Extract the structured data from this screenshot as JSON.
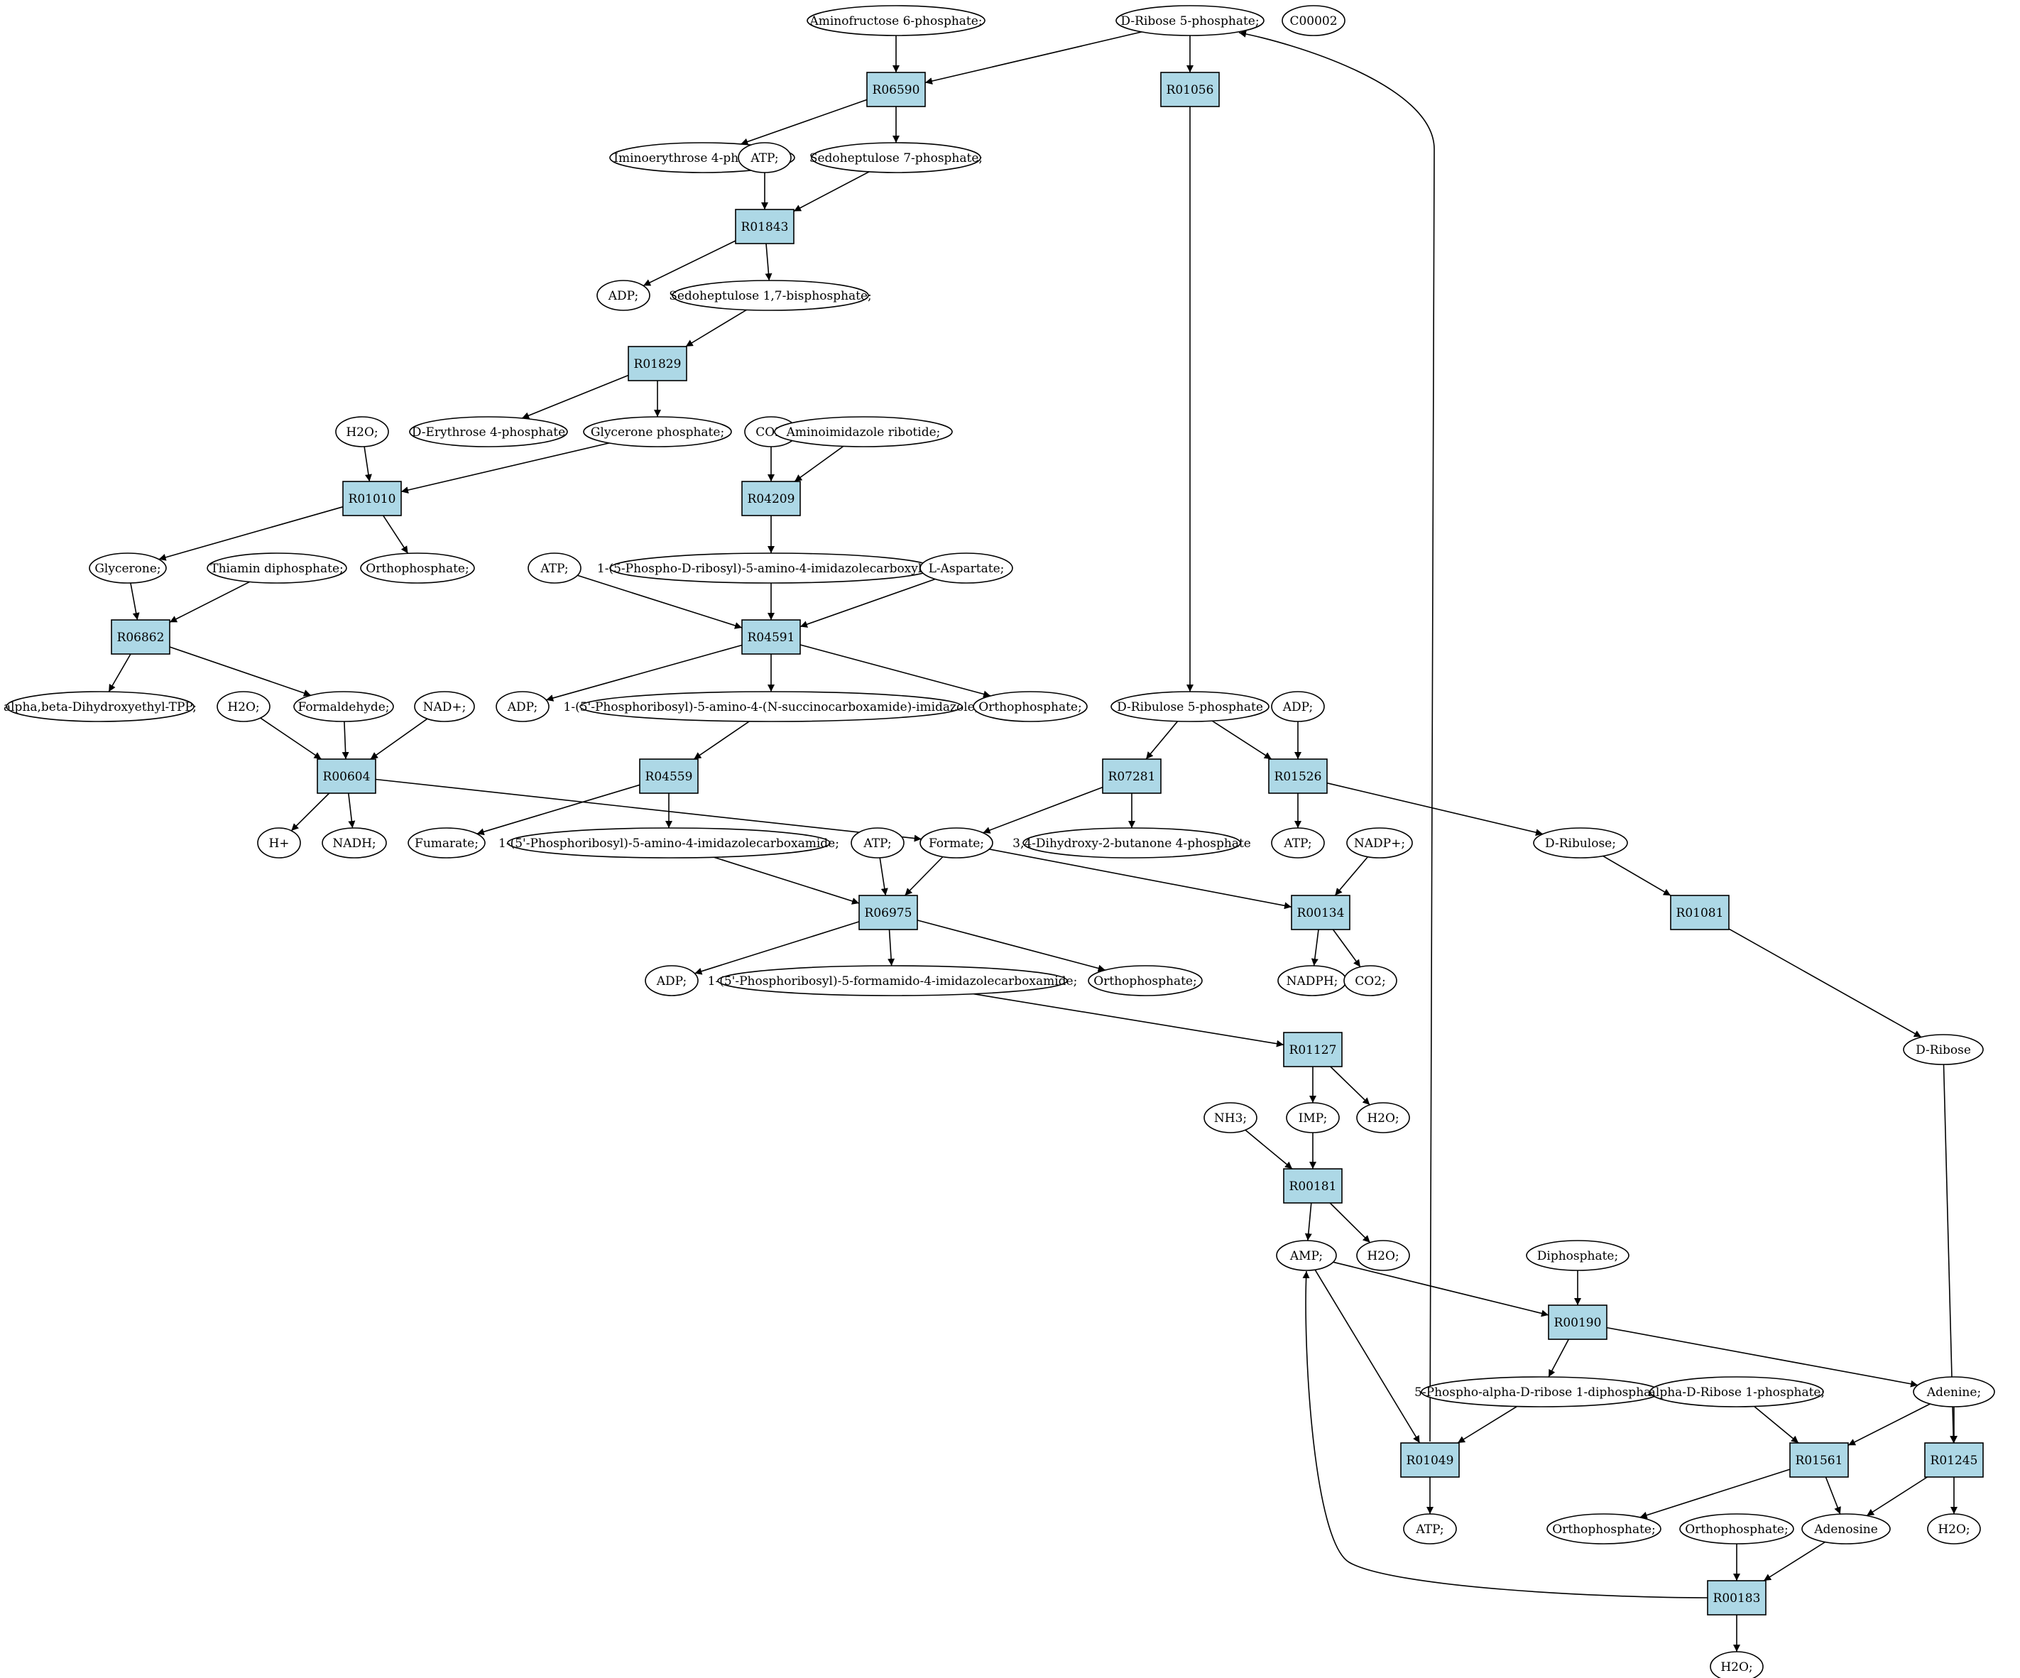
{
  "colors": {
    "reaction_fill": "#add8e6",
    "compound_fill": "#ffffff",
    "start_fill": "#00ff00",
    "query_fill": "#ffff00",
    "stroke": "#000000"
  },
  "nodes": [
    {
      "id": "c1",
      "kind": "compound",
      "label": "Aminofructose 6-phosphate;"
    },
    {
      "id": "c2",
      "kind": "start",
      "label": "D-Ribose 5-phosphate;"
    },
    {
      "id": "c3",
      "kind": "query",
      "label": "C00002"
    },
    {
      "id": "r1",
      "kind": "reaction",
      "label": "R06590"
    },
    {
      "id": "r2",
      "kind": "reaction",
      "label": "R01056"
    },
    {
      "id": "c4",
      "kind": "compound",
      "label": "Iminoerythrose 4-phosphate;"
    },
    {
      "id": "c5",
      "kind": "compound",
      "label": "ATP;"
    },
    {
      "id": "c6",
      "kind": "compound",
      "label": "Sedoheptulose 7-phosphate;"
    },
    {
      "id": "r3",
      "kind": "reaction",
      "label": "R01843"
    },
    {
      "id": "c7",
      "kind": "compound",
      "label": "ADP;"
    },
    {
      "id": "c8",
      "kind": "compound",
      "label": "Sedoheptulose 1,7-bisphosphate;"
    },
    {
      "id": "r4",
      "kind": "reaction",
      "label": "R01829"
    },
    {
      "id": "c9",
      "kind": "compound",
      "label": "H2O;"
    },
    {
      "id": "c10",
      "kind": "compound",
      "label": "D-Erythrose 4-phosphate"
    },
    {
      "id": "c11",
      "kind": "compound",
      "label": "Glycerone phosphate;"
    },
    {
      "id": "c12",
      "kind": "compound",
      "label": "CO2;"
    },
    {
      "id": "c13",
      "kind": "compound",
      "label": "Aminoimidazole ribotide;"
    },
    {
      "id": "r5",
      "kind": "reaction",
      "label": "R01010"
    },
    {
      "id": "r6",
      "kind": "reaction",
      "label": "R04209"
    },
    {
      "id": "c14",
      "kind": "compound",
      "label": "Glycerone;"
    },
    {
      "id": "c15",
      "kind": "compound",
      "label": "Thiamin diphosphate;"
    },
    {
      "id": "c16",
      "kind": "compound",
      "label": "Orthophosphate;"
    },
    {
      "id": "c17",
      "kind": "compound",
      "label": "ATP;"
    },
    {
      "id": "c18",
      "kind": "compound",
      "label": "1-(5-Phospho-D-ribosyl)-5-amino-4-imidazolecarboxylate;"
    },
    {
      "id": "c19",
      "kind": "compound",
      "label": "L-Aspartate;"
    },
    {
      "id": "r7",
      "kind": "reaction",
      "label": "R06862"
    },
    {
      "id": "r8",
      "kind": "reaction",
      "label": "R04591"
    },
    {
      "id": "c20",
      "kind": "compound",
      "label": "alpha,beta-Dihydroxyethyl-TPP;"
    },
    {
      "id": "c21",
      "kind": "compound",
      "label": "H2O;"
    },
    {
      "id": "c22",
      "kind": "compound",
      "label": "Formaldehyde;"
    },
    {
      "id": "c23",
      "kind": "compound",
      "label": "NAD+;"
    },
    {
      "id": "c24",
      "kind": "compound",
      "label": "ADP;"
    },
    {
      "id": "c25",
      "kind": "compound",
      "label": "1-(5'-Phosphoribosyl)-5-amino-4-(N-succinocarboxamide)-imidazole;"
    },
    {
      "id": "c26",
      "kind": "compound",
      "label": "Orthophosphate;"
    },
    {
      "id": "c27",
      "kind": "compound",
      "label": "D-Ribulose 5-phosphate"
    },
    {
      "id": "c28",
      "kind": "compound",
      "label": "ADP;"
    },
    {
      "id": "r9",
      "kind": "reaction",
      "label": "R00604"
    },
    {
      "id": "r10",
      "kind": "reaction",
      "label": "R04559"
    },
    {
      "id": "r11",
      "kind": "reaction",
      "label": "R07281"
    },
    {
      "id": "r12",
      "kind": "reaction",
      "label": "R01526"
    },
    {
      "id": "c29",
      "kind": "compound",
      "label": "H+"
    },
    {
      "id": "c30",
      "kind": "compound",
      "label": "NADH;"
    },
    {
      "id": "c31",
      "kind": "compound",
      "label": "Fumarate;"
    },
    {
      "id": "c32",
      "kind": "compound",
      "label": "1-(5'-Phosphoribosyl)-5-amino-4-imidazolecarboxamide;"
    },
    {
      "id": "c33",
      "kind": "compound",
      "label": "ATP;"
    },
    {
      "id": "c34",
      "kind": "compound",
      "label": "Formate;"
    },
    {
      "id": "c35",
      "kind": "compound",
      "label": "3,4-Dihydroxy-2-butanone 4-phosphate"
    },
    {
      "id": "c36",
      "kind": "compound",
      "label": "ATP;"
    },
    {
      "id": "c37",
      "kind": "compound",
      "label": "NADP+;"
    },
    {
      "id": "c38",
      "kind": "compound",
      "label": "D-Ribulose;"
    },
    {
      "id": "r13",
      "kind": "reaction",
      "label": "R06975"
    },
    {
      "id": "r14",
      "kind": "reaction",
      "label": "R00134"
    },
    {
      "id": "r15",
      "kind": "reaction",
      "label": "R01081"
    },
    {
      "id": "c39",
      "kind": "compound",
      "label": "ADP;"
    },
    {
      "id": "c40",
      "kind": "compound",
      "label": "1-(5'-Phosphoribosyl)-5-formamido-4-imidazolecarboxamide;"
    },
    {
      "id": "c41",
      "kind": "compound",
      "label": "Orthophosphate;"
    },
    {
      "id": "c42",
      "kind": "compound",
      "label": "NADPH;"
    },
    {
      "id": "c43",
      "kind": "compound",
      "label": "CO2;"
    },
    {
      "id": "r16",
      "kind": "reaction",
      "label": "R01127"
    },
    {
      "id": "c44",
      "kind": "compound",
      "label": "D-Ribose"
    },
    {
      "id": "c45",
      "kind": "compound",
      "label": "NH3;"
    },
    {
      "id": "c46",
      "kind": "compound",
      "label": "IMP;"
    },
    {
      "id": "c47",
      "kind": "compound",
      "label": "H2O;"
    },
    {
      "id": "r17",
      "kind": "reaction",
      "label": "R00181"
    },
    {
      "id": "c48",
      "kind": "compound",
      "label": "AMP;"
    },
    {
      "id": "c49",
      "kind": "compound",
      "label": "H2O;"
    },
    {
      "id": "c50",
      "kind": "compound",
      "label": "Diphosphate;"
    },
    {
      "id": "r18",
      "kind": "reaction",
      "label": "R00190"
    },
    {
      "id": "c51",
      "kind": "compound",
      "label": "5-Phospho-alpha-D-ribose 1-diphosphate;"
    },
    {
      "id": "c52",
      "kind": "compound",
      "label": "alpha-D-Ribose 1-phosphate;"
    },
    {
      "id": "c53",
      "kind": "compound",
      "label": "Adenine;"
    },
    {
      "id": "r19",
      "kind": "reaction",
      "label": "R01049"
    },
    {
      "id": "r20",
      "kind": "reaction",
      "label": "R01561"
    },
    {
      "id": "r21",
      "kind": "reaction",
      "label": "R01245"
    },
    {
      "id": "c54",
      "kind": "compound",
      "label": "ATP;"
    },
    {
      "id": "c55",
      "kind": "compound",
      "label": "Orthophosphate;"
    },
    {
      "id": "c56",
      "kind": "compound",
      "label": "Orthophosphate;"
    },
    {
      "id": "c57",
      "kind": "compound",
      "label": "Adenosine"
    },
    {
      "id": "c58",
      "kind": "compound",
      "label": "H2O;"
    },
    {
      "id": "r22",
      "kind": "reaction",
      "label": "R00183"
    },
    {
      "id": "c59",
      "kind": "compound",
      "label": "H2O;"
    }
  ],
  "edges": [
    [
      "c1",
      "r1"
    ],
    [
      "c2",
      "r1"
    ],
    [
      "c2",
      "r2"
    ],
    [
      "r1",
      "c4"
    ],
    [
      "r1",
      "c6"
    ],
    [
      "c5",
      "r3"
    ],
    [
      "c6",
      "r3"
    ],
    [
      "r3",
      "c7"
    ],
    [
      "r3",
      "c8"
    ],
    [
      "c8",
      "r4"
    ],
    [
      "r4",
      "c10"
    ],
    [
      "r4",
      "c11"
    ],
    [
      "c9",
      "r5"
    ],
    [
      "c11",
      "r5"
    ],
    [
      "r5",
      "c14"
    ],
    [
      "r5",
      "c16"
    ],
    [
      "c12",
      "r6"
    ],
    [
      "c13",
      "r6"
    ],
    [
      "r6",
      "c18"
    ],
    [
      "c14",
      "r7"
    ],
    [
      "c15",
      "r7"
    ],
    [
      "r7",
      "c20"
    ],
    [
      "r7",
      "c22"
    ],
    [
      "c17",
      "r8"
    ],
    [
      "c18",
      "r8"
    ],
    [
      "c19",
      "r8"
    ],
    [
      "r8",
      "c24"
    ],
    [
      "r8",
      "c25"
    ],
    [
      "r8",
      "c26"
    ],
    [
      "c21",
      "r9"
    ],
    [
      "c22",
      "r9"
    ],
    [
      "c23",
      "r9"
    ],
    [
      "r9",
      "c29"
    ],
    [
      "r9",
      "c30"
    ],
    [
      "r9",
      "c34"
    ],
    [
      "c25",
      "r10"
    ],
    [
      "r10",
      "c31"
    ],
    [
      "r10",
      "c32"
    ],
    [
      "r2",
      "c27"
    ],
    [
      "c27",
      "r11"
    ],
    [
      "c27",
      "r12"
    ],
    [
      "c28",
      "r12"
    ],
    [
      "r11",
      "c34"
    ],
    [
      "r11",
      "c35"
    ],
    [
      "r12",
      "c36"
    ],
    [
      "r12",
      "c38"
    ],
    [
      "c32",
      "r13"
    ],
    [
      "c33",
      "r13"
    ],
    [
      "c34",
      "r13"
    ],
    [
      "r13",
      "c39"
    ],
    [
      "r13",
      "c40"
    ],
    [
      "r13",
      "c41"
    ],
    [
      "c34",
      "r14"
    ],
    [
      "c37",
      "r14"
    ],
    [
      "r14",
      "c42"
    ],
    [
      "r14",
      "c43"
    ],
    [
      "c38",
      "r15"
    ],
    [
      "r15",
      "c44"
    ],
    [
      "c40",
      "r16"
    ],
    [
      "r16",
      "c46"
    ],
    [
      "r16",
      "c47"
    ],
    [
      "c45",
      "r17"
    ],
    [
      "c46",
      "r17"
    ],
    [
      "r17",
      "c48"
    ],
    [
      "r17",
      "c49"
    ],
    [
      "c48",
      "r18"
    ],
    [
      "c50",
      "r18"
    ],
    [
      "r18",
      "c51"
    ],
    [
      "r18",
      "c53"
    ],
    [
      "c48",
      "r19"
    ],
    [
      "c51",
      "r19"
    ],
    [
      "r19",
      "c54"
    ],
    [
      "r19",
      "c2"
    ],
    [
      "c52",
      "r20"
    ],
    [
      "c53",
      "r20"
    ],
    [
      "r20",
      "c55"
    ],
    [
      "r20",
      "c57"
    ],
    [
      "c53",
      "r21"
    ],
    [
      "c44",
      "r21"
    ],
    [
      "r21",
      "c57"
    ],
    [
      "r21",
      "c58"
    ],
    [
      "c56",
      "r22"
    ],
    [
      "c57",
      "r22"
    ],
    [
      "r22",
      "c59"
    ],
    [
      "r22",
      "c48"
    ]
  ]
}
